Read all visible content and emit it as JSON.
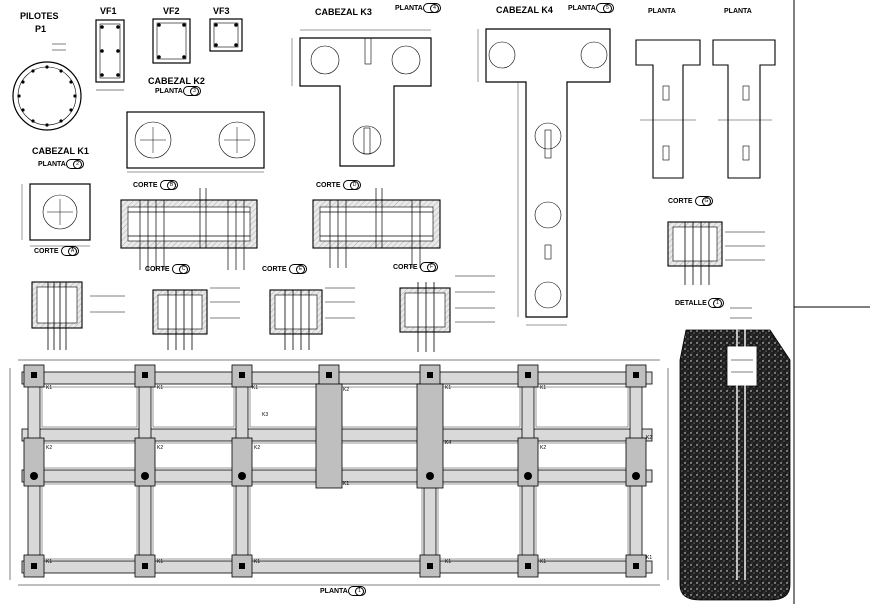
{
  "titles": {
    "pilotes": "PILOTES",
    "p1": "P1",
    "vf1": "VF1",
    "vf2": "VF2",
    "vf3": "VF3",
    "cabezal_k1": "CABEZAL K1",
    "cabezal_k2": "CABEZAL K2",
    "cabezal_k3": "CABEZAL K3",
    "cabezal_k4": "CABEZAL K4",
    "detalle": "DETALLE"
  },
  "view_tags": {
    "planta": "PLANTA",
    "corte": "CORTE",
    "planta_k1_num": "2",
    "planta_k2_num": "3",
    "planta_k3_num": "4",
    "planta_k4_num": "5",
    "planta_main_num": "1",
    "corte_a": "A",
    "corte_b": "B",
    "corte_c": "C",
    "corte_d": "D",
    "corte_e": "E",
    "corte_f": "F",
    "corte_g": "G",
    "detalle_num": "1"
  },
  "foundation_plan_labels": {
    "k1": "K1",
    "k2": "K2",
    "k3": "K3",
    "k4": "K4"
  },
  "colors": {
    "line": "#000000",
    "concrete_fill": "#d9d9d9",
    "soil": "#1a1a1a",
    "background": "#ffffff"
  }
}
